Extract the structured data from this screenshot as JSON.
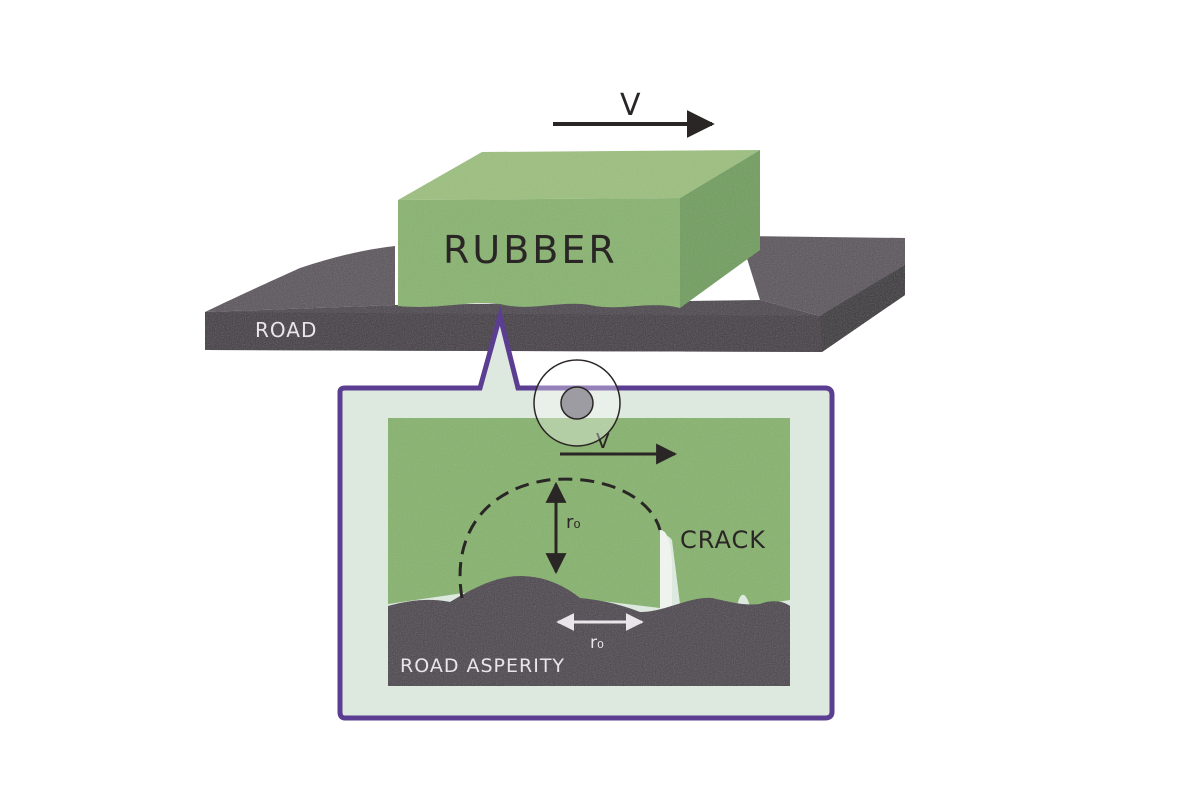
{
  "labels": {
    "velocity_top": "V",
    "rubber": "RUBBER",
    "road": "ROAD",
    "velocity_inset": "V",
    "crack": "CRACK",
    "radius_vertical": "r₀",
    "radius_horizontal": "r₀",
    "road_asperity": "ROAD ASPERITY"
  },
  "colors": {
    "rubber": "#88b46e",
    "rubber_side": "#6f9e5c",
    "rubber_top": "#9cc07e",
    "road": "#4a434b",
    "road_top": "#5a525a",
    "inset_bg": "#dde8de",
    "inset_border": "#5b3e91",
    "ink": "#2b2626",
    "label_light": "#e9e6ea"
  },
  "icons": {
    "cursor": "cursor-ring-icon"
  }
}
